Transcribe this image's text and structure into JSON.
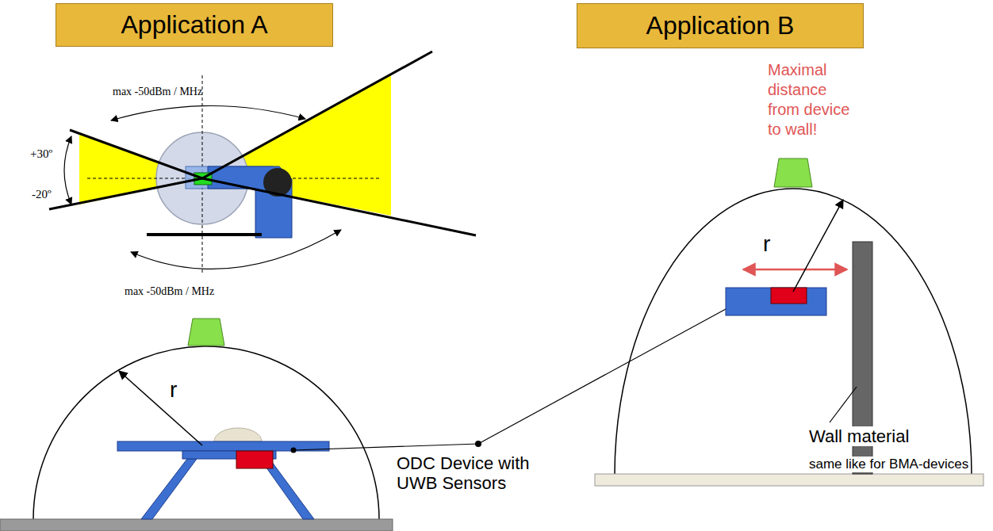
{
  "diagram": {
    "nodes": [
      {
        "text": [
          "Application A"
        ]
      },
      {
        "text": [
          "Application B"
        ]
      }
    ],
    "labels": [
      "max -50dBm / MHz",
      "+30º",
      "-20º",
      "max -50dBm / MHz",
      "Maximal distance from device to wall!",
      "r",
      "r",
      "ODC Device with UWB Sensors",
      "Wall material",
      "same like for BMA-devices"
    ]
  }
}
